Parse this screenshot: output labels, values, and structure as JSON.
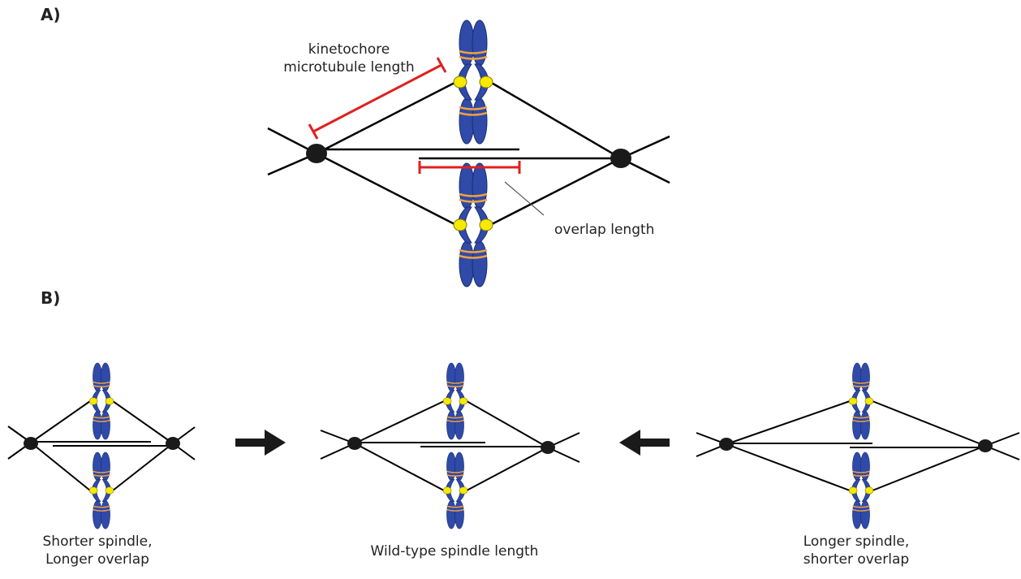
{
  "panels": {
    "a_label": "A)",
    "b_label": "B)"
  },
  "panel_a": {
    "kt_label": "kinetochore\nmicrotubule length",
    "overlap_label": "overlap length"
  },
  "panel_b": {
    "left_caption": "Shorter spindle,\nLonger overlap",
    "mid_caption": "Wild-type spindle length",
    "right_caption": "Longer spindle,\nshorter overlap"
  },
  "colors": {
    "chromosome": "#2f4aa8",
    "chromosome_outline": "#1c2d6e",
    "band": "#f0a040",
    "kinetochore": "#f5ea00",
    "pole": "#1a1a1a",
    "line": "#000000",
    "measure": "#e02020"
  }
}
